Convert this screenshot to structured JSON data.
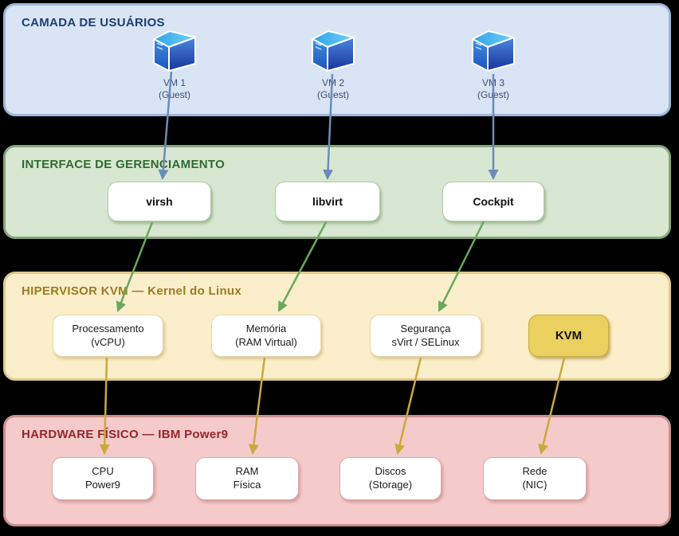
{
  "diagram": {
    "type": "layered-architecture",
    "language": "pt-BR",
    "layers": [
      {
        "title": "CAMADA DE USUÁRIOS"
      },
      {
        "title": "INTERFACE DE GERENCIAMENTO"
      },
      {
        "title": "HIPERVISOR KVM — Kernel do Linux"
      },
      {
        "title": "HARDWARE FÍSICO — IBM Power9"
      }
    ],
    "user_layer": {
      "vms": [
        {
          "name": "VM 1",
          "role": "(Guest)",
          "icon": "server-cube-icon"
        },
        {
          "name": "VM 2",
          "role": "(Guest)",
          "icon": "server-cube-icon"
        },
        {
          "name": "VM 3",
          "role": "(Guest)",
          "icon": "server-cube-icon"
        }
      ]
    },
    "management_layer": {
      "tools": [
        {
          "label": "virsh"
        },
        {
          "label": "libvirt"
        },
        {
          "label": "Cockpit"
        }
      ]
    },
    "hypervisor_layer": {
      "components": [
        {
          "line1": "Processamento",
          "line2": "(vCPU)"
        },
        {
          "line1": "Memória",
          "line2": "(RAM Virtual)"
        },
        {
          "line1": "Segurança",
          "line2": "sVirt / SELinux"
        }
      ],
      "kvm": {
        "label": "KVM"
      }
    },
    "hardware_layer": {
      "components": [
        {
          "line1": "CPU",
          "line2": "Power9"
        },
        {
          "line1": "RAM",
          "line2": "Física"
        },
        {
          "line1": "Discos",
          "line2": "(Storage)"
        },
        {
          "line1": "Rede",
          "line2": "(NIC)"
        }
      ]
    },
    "connections": {
      "users_to_mgmt": [
        "VM 1→virsh",
        "VM 2→libvirt",
        "VM 3→Cockpit"
      ],
      "mgmt_to_hypervisor": [
        "virsh→Processamento",
        "libvirt→Memória",
        "Cockpit→Segurança"
      ],
      "hypervisor_to_hardware": [
        "Processamento→CPU",
        "Memória→RAM",
        "Segurança→Discos",
        "KVM→Rede"
      ]
    },
    "colors": {
      "background": "#000000",
      "users_band": "#d9e5f5",
      "users_border": "#9db8dc",
      "users_title": "#1d3f72",
      "mgmt_band": "#d8e7d1",
      "mgmt_border": "#85a779",
      "mgmt_title": "#2e6b31",
      "hypervisor_band": "#fbeeca",
      "hypervisor_border": "#dfc98d",
      "hypervisor_title": "#9a7c21",
      "hardware_band": "#f5caca",
      "hardware_border": "#ca8f8f",
      "hardware_title": "#96262e",
      "kvm_node": "#ead05f",
      "arrow_users": "#6b8cba",
      "arrow_mgmt": "#68a85c",
      "arrow_hypervisor": "#c9a93c"
    }
  }
}
